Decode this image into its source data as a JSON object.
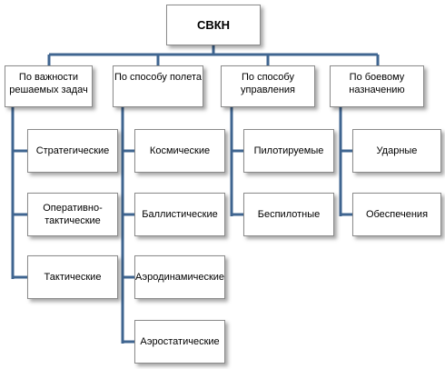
{
  "root": {
    "label": "СВКН"
  },
  "categories": [
    {
      "label": "По важности решаемых задач",
      "children": [
        "Стратегические",
        "Оперативно-тактические",
        "Тактические"
      ]
    },
    {
      "label": "По способу полета",
      "children": [
        "Космические",
        "Баллистические",
        "Аэродинамические",
        "Аэростатические"
      ]
    },
    {
      "label": "По способу управления",
      "children": [
        "Пилотируемые",
        "Беспилотные"
      ]
    },
    {
      "label": "По боевому назначению",
      "children": [
        "Ударные",
        "Обеспечения"
      ]
    }
  ],
  "colors": {
    "connector": "#3f6590",
    "border": "#8a8a8a"
  }
}
